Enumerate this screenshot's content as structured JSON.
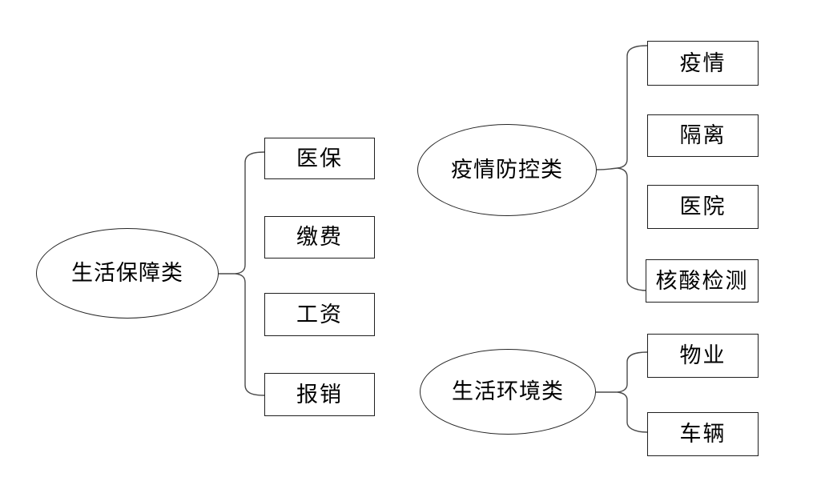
{
  "diagram": {
    "type": "category-mindmap",
    "groups": [
      {
        "category": "生活保障类",
        "items": [
          "医保",
          "缴费",
          "工资",
          "报销"
        ]
      },
      {
        "category": "疫情防控类",
        "items": [
          "疫情",
          "隔离",
          "医院",
          "核酸检测"
        ]
      },
      {
        "category": "生活环境类",
        "items": [
          "物业",
          "车辆"
        ]
      }
    ],
    "colors": {
      "background": "#ffffff",
      "shape_stroke": "#262626",
      "connector_stroke": "#4a4a4a",
      "text": "#000000"
    }
  }
}
